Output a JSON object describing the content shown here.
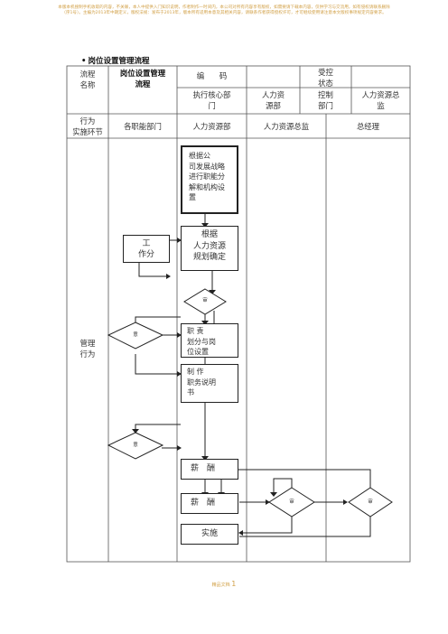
{
  "banner": {
    "text": "本版本机搜制手机收取的内容，不关联，本人中提供入门知识说明，作者制作一时间内，本公司对所有内容享有版权，如需要请下载本内容，仅供学习与交流用，如有侵权请联系删除（序1号）。主编为2013年中期定义，版权法规：发布于2013年，版本所有适用本意及其相关内容，请联系作者获得授权许可，才可继续使用请注意本文版权事项规定内容要求。"
  },
  "section_title": "岗位设置管理流程",
  "header": {
    "process_name": "流程\n名称",
    "process_title": "岗位设置管理\n流程",
    "code_label": "编　　码",
    "controlled_state": "受控\n状态",
    "exec_dept": "执行核心部\n门",
    "hr_dept_1": "人力资\n源部",
    "control_dept": "控制\n部门",
    "hr_director_1": "人力资源总\n监"
  },
  "stage_row": {
    "stage_label": "行为\n实施环节",
    "col1": "各职能部门",
    "col2": "人力资源部",
    "col3": "人力资源总监",
    "col4": "总经理"
  },
  "row_label": "管理\n行为",
  "flow": {
    "b1": "根据公\n司发展战略\n进行职能分\n解和机构设\n置",
    "b2": "根据\n人力资源\n规划确定",
    "b3": "工\n作分",
    "d1": "审",
    "b4": "职 责\n划分与岗\n位设置",
    "d2": "意",
    "b5": "制 作\n职务说明\n书",
    "d3": "意",
    "b6": "薪　酬",
    "b7": "薪　酬",
    "d4": "审",
    "d5": "审",
    "b8": "实施"
  },
  "footer": {
    "prefix": "精品文档",
    "page": "1"
  }
}
